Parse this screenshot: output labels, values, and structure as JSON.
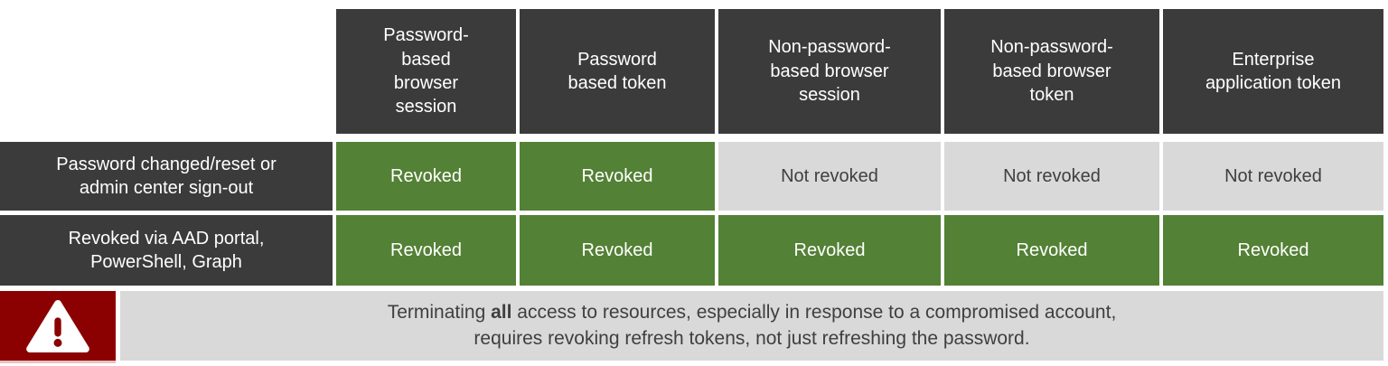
{
  "palette": {
    "charcoal": "#3B3B3B",
    "green": "#538135",
    "light_gray": "#D9D9D9",
    "dark_red": "#8B0000",
    "note_text": "#3F3F3F",
    "white": "#FFFFFF"
  },
  "table": {
    "column_headers": [
      "Password-\nbased\nbrowser\nsession",
      "Password\nbased token",
      "Non-password-\nbased browser\nsession",
      "Non-password-\nbased browser\ntoken",
      "Enterprise\napplication token"
    ],
    "rows": [
      {
        "label": "Password changed/reset or\nadmin center sign-out",
        "cells": [
          {
            "text": "Revoked",
            "status": "revoked"
          },
          {
            "text": "Revoked",
            "status": "revoked"
          },
          {
            "text": "Not revoked",
            "status": "not-revoked"
          },
          {
            "text": "Not revoked",
            "status": "not-revoked"
          },
          {
            "text": "Not revoked",
            "status": "not-revoked"
          }
        ]
      },
      {
        "label": "Revoked via AAD portal,\nPowerShell, Graph",
        "cells": [
          {
            "text": "Revoked",
            "status": "revoked"
          },
          {
            "text": "Revoked",
            "status": "revoked"
          },
          {
            "text": "Revoked",
            "status": "revoked"
          },
          {
            "text": "Revoked",
            "status": "revoked"
          },
          {
            "text": "Revoked",
            "status": "revoked"
          }
        ]
      }
    ]
  },
  "warning": {
    "icon": "warning-triangle-icon",
    "text_prefix": "Terminating ",
    "text_bold": "all",
    "text_suffix": " access to resources, especially in response to a compromised account,",
    "text_line2": "requires revoking refresh tokens, not just refreshing the password."
  },
  "chart_data": {
    "type": "table",
    "title": "Token and session revocation matrix",
    "columns": [
      "Password-based browser session",
      "Password based token",
      "Non-password-based browser session",
      "Non-password-based browser token",
      "Enterprise application token"
    ],
    "rows": [
      {
        "label": "Password changed/reset or admin center sign-out",
        "values": [
          "Revoked",
          "Revoked",
          "Not revoked",
          "Not revoked",
          "Not revoked"
        ]
      },
      {
        "label": "Revoked via AAD portal, PowerShell, Graph",
        "values": [
          "Revoked",
          "Revoked",
          "Revoked",
          "Revoked",
          "Revoked"
        ]
      }
    ],
    "cell_colors": {
      "Revoked": "#538135",
      "Not revoked": "#D9D9D9"
    },
    "note": "Terminating all access to resources, especially in response to a compromised account, requires revoking refresh tokens, not just refreshing the password.",
    "legend_position": "none",
    "grid": false
  }
}
